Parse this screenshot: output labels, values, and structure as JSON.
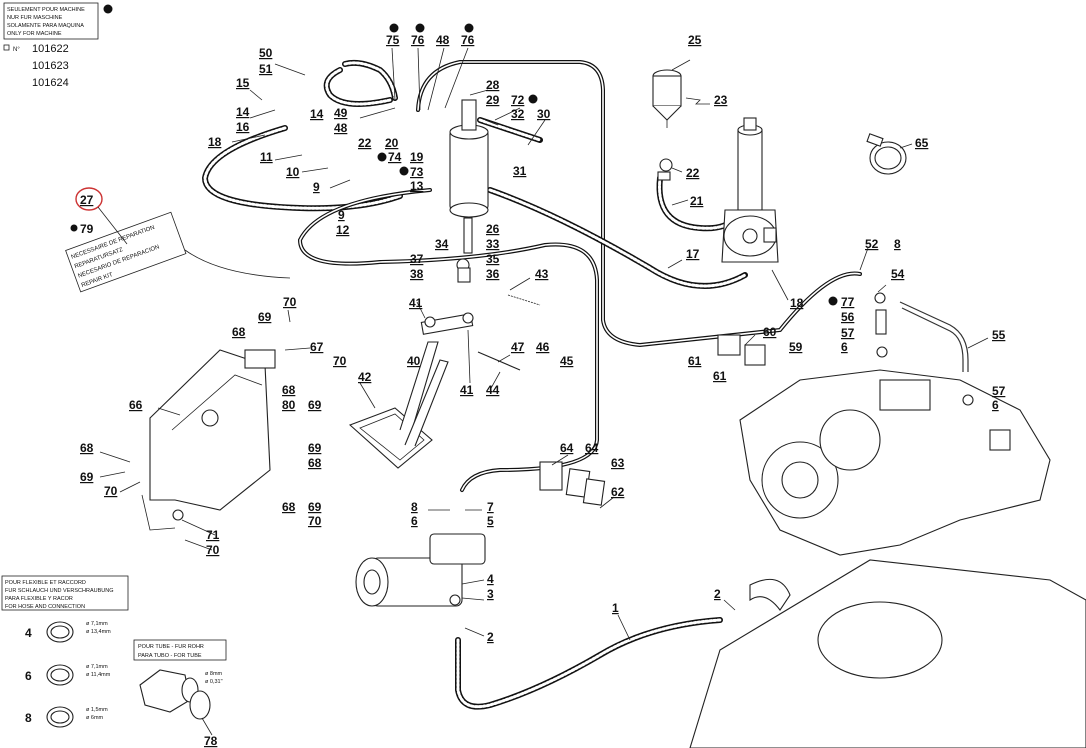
{
  "header": {
    "machine_only_fr": "SEULEMENT POUR MACHINE",
    "machine_only_de": "NUR FUR MASCHINE",
    "machine_only_es": "SOLAMENTE PARA MAQUINA",
    "machine_only_en": "ONLY FOR MACHINE",
    "serial_prefix": "N°",
    "machines": [
      "101622",
      "101623",
      "101624"
    ]
  },
  "repair_kit": {
    "ref": "27",
    "marker_ref": "79",
    "lines": [
      "NECESSAIRE DE REPARATION",
      "REPARATURSATZ",
      "NECESARIO DE REPARACION",
      "REPAIR KIT"
    ]
  },
  "hose_connection_box": {
    "lines": [
      "POUR FLEXIBLE ET RACCORD",
      "FUR SCHLAUCH UND VERSCHRAUBUNG",
      "PARA FLEXIBLE Y RACOR",
      "FOR HOSE AND CONNECTION"
    ],
    "items": [
      {
        "ref": "4",
        "spec1": "ø 7,1mm",
        "spec2": "ø 13,4mm"
      },
      {
        "ref": "6",
        "spec1": "ø 7,1mm",
        "spec2": "ø 11,4mm"
      },
      {
        "ref": "8",
        "spec1": "ø 1,5mm",
        "spec2": "ø 6mm"
      }
    ]
  },
  "tube_box": {
    "lines": [
      "POUR TUBE - FUR ROHR",
      "PARA TUBO - FOR TUBE"
    ],
    "spec1": "ø 8mm",
    "spec2": "ø 0,31\"",
    "ref": "78"
  },
  "callouts": [
    {
      "id": "c50",
      "text": "50"
    },
    {
      "id": "c51",
      "text": "51"
    },
    {
      "id": "c15",
      "text": "15"
    },
    {
      "id": "c14a",
      "text": "14"
    },
    {
      "id": "c14b",
      "text": "14"
    },
    {
      "id": "c16",
      "text": "16"
    },
    {
      "id": "c18a",
      "text": "18"
    },
    {
      "id": "c11",
      "text": "11"
    },
    {
      "id": "c10",
      "text": "10"
    },
    {
      "id": "c9a",
      "text": "9"
    },
    {
      "id": "c9b",
      "text": "9"
    },
    {
      "id": "c12",
      "text": "12"
    },
    {
      "id": "c13",
      "text": "13"
    },
    {
      "id": "c49",
      "text": "49"
    },
    {
      "id": "c48a",
      "text": "48"
    },
    {
      "id": "c22a",
      "text": "22"
    },
    {
      "id": "c20",
      "text": "20"
    },
    {
      "id": "c74",
      "text": "74"
    },
    {
      "id": "c19",
      "text": "19"
    },
    {
      "id": "c73",
      "text": "73"
    },
    {
      "id": "c75",
      "text": "75"
    },
    {
      "id": "c76a",
      "text": "76"
    },
    {
      "id": "c48b",
      "text": "48"
    },
    {
      "id": "c76b",
      "text": "76"
    },
    {
      "id": "c28",
      "text": "28"
    },
    {
      "id": "c29",
      "text": "29"
    },
    {
      "id": "c72",
      "text": "72"
    },
    {
      "id": "c32",
      "text": "32"
    },
    {
      "id": "c30",
      "text": "30"
    },
    {
      "id": "c31",
      "text": "31"
    },
    {
      "id": "c26",
      "text": "26"
    },
    {
      "id": "c34",
      "text": "34"
    },
    {
      "id": "c33",
      "text": "33"
    },
    {
      "id": "c37",
      "text": "37"
    },
    {
      "id": "c35",
      "text": "35"
    },
    {
      "id": "c38",
      "text": "38"
    },
    {
      "id": "c36",
      "text": "36"
    },
    {
      "id": "c25",
      "text": "25"
    },
    {
      "id": "c23",
      "text": "23"
    },
    {
      "id": "c22b",
      "text": "22"
    },
    {
      "id": "c21",
      "text": "21"
    },
    {
      "id": "c65",
      "text": "65"
    },
    {
      "id": "c17",
      "text": "17"
    },
    {
      "id": "c18b",
      "text": "18"
    },
    {
      "id": "c52",
      "text": "52"
    },
    {
      "id": "c8a",
      "text": "8"
    },
    {
      "id": "c54",
      "text": "54"
    },
    {
      "id": "c77",
      "text": "77"
    },
    {
      "id": "c56",
      "text": "56"
    },
    {
      "id": "c57a",
      "text": "57"
    },
    {
      "id": "c6a",
      "text": "6"
    },
    {
      "id": "c55",
      "text": "55"
    },
    {
      "id": "c57b",
      "text": "57"
    },
    {
      "id": "c6b",
      "text": "6"
    },
    {
      "id": "c43",
      "text": "43"
    },
    {
      "id": "c41a",
      "text": "41"
    },
    {
      "id": "c40",
      "text": "40"
    },
    {
      "id": "c41b",
      "text": "41"
    },
    {
      "id": "c47",
      "text": "47"
    },
    {
      "id": "c46",
      "text": "46"
    },
    {
      "id": "c45",
      "text": "45"
    },
    {
      "id": "c44",
      "text": "44"
    },
    {
      "id": "c42",
      "text": "42"
    },
    {
      "id": "c60",
      "text": "60"
    },
    {
      "id": "c61a",
      "text": "61"
    },
    {
      "id": "c61b",
      "text": "61"
    },
    {
      "id": "c59",
      "text": "59"
    },
    {
      "id": "c70a",
      "text": "70"
    },
    {
      "id": "c69a",
      "text": "69"
    },
    {
      "id": "c68a",
      "text": "68"
    },
    {
      "id": "c67",
      "text": "67"
    },
    {
      "id": "c70b",
      "text": "70"
    },
    {
      "id": "c68b",
      "text": "68"
    },
    {
      "id": "c80",
      "text": "80"
    },
    {
      "id": "c69b",
      "text": "69"
    },
    {
      "id": "c66",
      "text": "66"
    },
    {
      "id": "c68c",
      "text": "68"
    },
    {
      "id": "c69c",
      "text": "69"
    },
    {
      "id": "c70c",
      "text": "70"
    },
    {
      "id": "c69d",
      "text": "69"
    },
    {
      "id": "c68d",
      "text": "68"
    },
    {
      "id": "c68e",
      "text": "68"
    },
    {
      "id": "c69e",
      "text": "69"
    },
    {
      "id": "c70d",
      "text": "70"
    },
    {
      "id": "c71",
      "text": "71"
    },
    {
      "id": "c70e",
      "text": "70"
    },
    {
      "id": "c64a",
      "text": "64"
    },
    {
      "id": "c64b",
      "text": "64"
    },
    {
      "id": "c63",
      "text": "63"
    },
    {
      "id": "c62",
      "text": "62"
    },
    {
      "id": "c8b",
      "text": "8"
    },
    {
      "id": "c7",
      "text": "7"
    },
    {
      "id": "c6c",
      "text": "6"
    },
    {
      "id": "c5a",
      "text": "5"
    },
    {
      "id": "c4",
      "text": "4"
    },
    {
      "id": "c3",
      "text": "3"
    },
    {
      "id": "c2a",
      "text": "2"
    },
    {
      "id": "c1",
      "text": "1"
    },
    {
      "id": "c2b",
      "text": "2"
    }
  ]
}
